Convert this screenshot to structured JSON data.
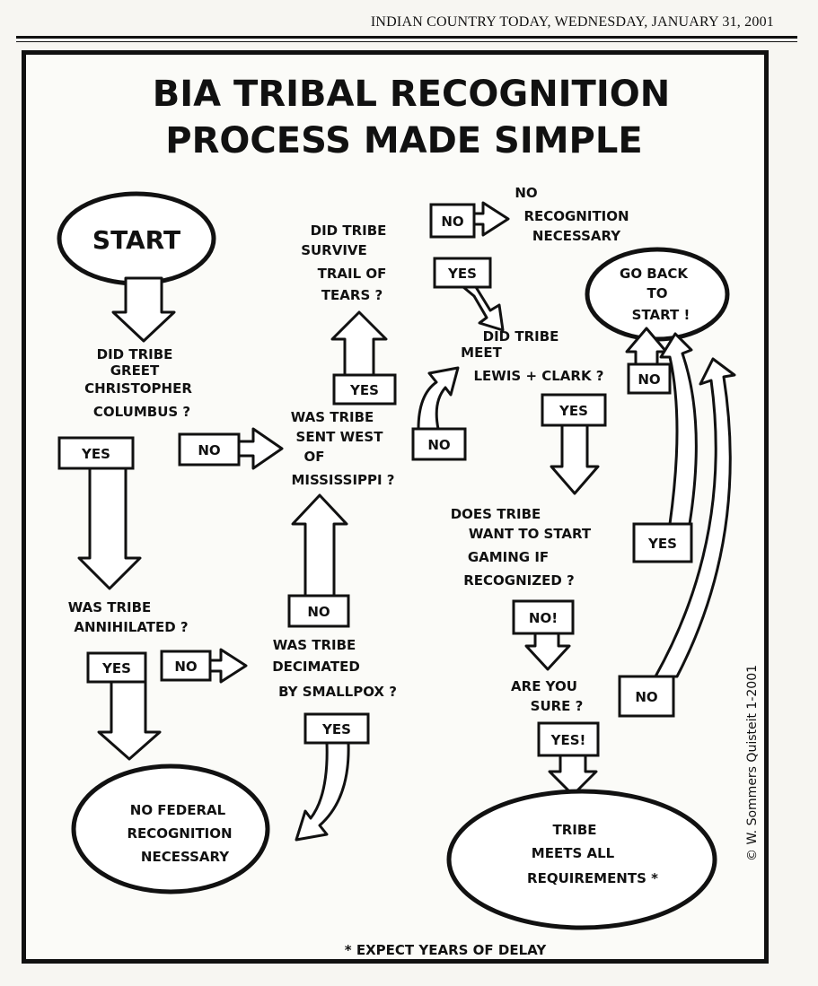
{
  "masthead": "INDIAN COUNTRY TODAY, WEDNESDAY, JANUARY 31, 2001",
  "title": [
    "BIA  TRIBAL RECOGNITION",
    "PROCESS  MADE  SIMPLE"
  ],
  "nodes": {
    "start": "START",
    "q_columbus": [
      "DID TRIBE",
      "GREET",
      "CHRISTOPHER",
      "COLUMBUS ?"
    ],
    "q_annihilated": [
      "WAS TRIBE",
      "ANNIHILATED ?"
    ],
    "q_smallpox": [
      "WAS TRIBE",
      "DECIMATED",
      "BY SMALLPOX ?"
    ],
    "q_sent_west": [
      "WAS TRIBE",
      "SENT WEST",
      "OF",
      "MISSISSIPPI ?"
    ],
    "q_trail": [
      "DID TRIBE",
      "SURVIVE",
      "TRAIL OF",
      "TEARS ?"
    ],
    "no_recognition_top": [
      "NO",
      "RECOGNITION",
      "NECESSARY"
    ],
    "q_lewis_clark": [
      "DID TRIBE",
      "MEET",
      "LEWIS + CLARK ?"
    ],
    "go_back": [
      "GO BACK",
      "TO",
      "START !"
    ],
    "q_gaming": [
      "DOES TRIBE",
      "WANT TO START",
      "GAMING IF",
      "RECOGNIZED ?"
    ],
    "q_sure": [
      "ARE YOU",
      "SURE ?"
    ],
    "end_no_federal": [
      "NO FEDERAL",
      "RECOGNITION",
      "NECESSARY"
    ],
    "end_meets": [
      "TRIBE",
      "MEETS ALL",
      "REQUIREMENTS *"
    ]
  },
  "labels": {
    "yes": "YES",
    "no": "NO",
    "no_excl": "NO!",
    "yes_excl": "YES!"
  },
  "footnote": "* EXPECT YEARS OF DELAY",
  "signature": "© W. Sommers Quisteit 1-2001"
}
